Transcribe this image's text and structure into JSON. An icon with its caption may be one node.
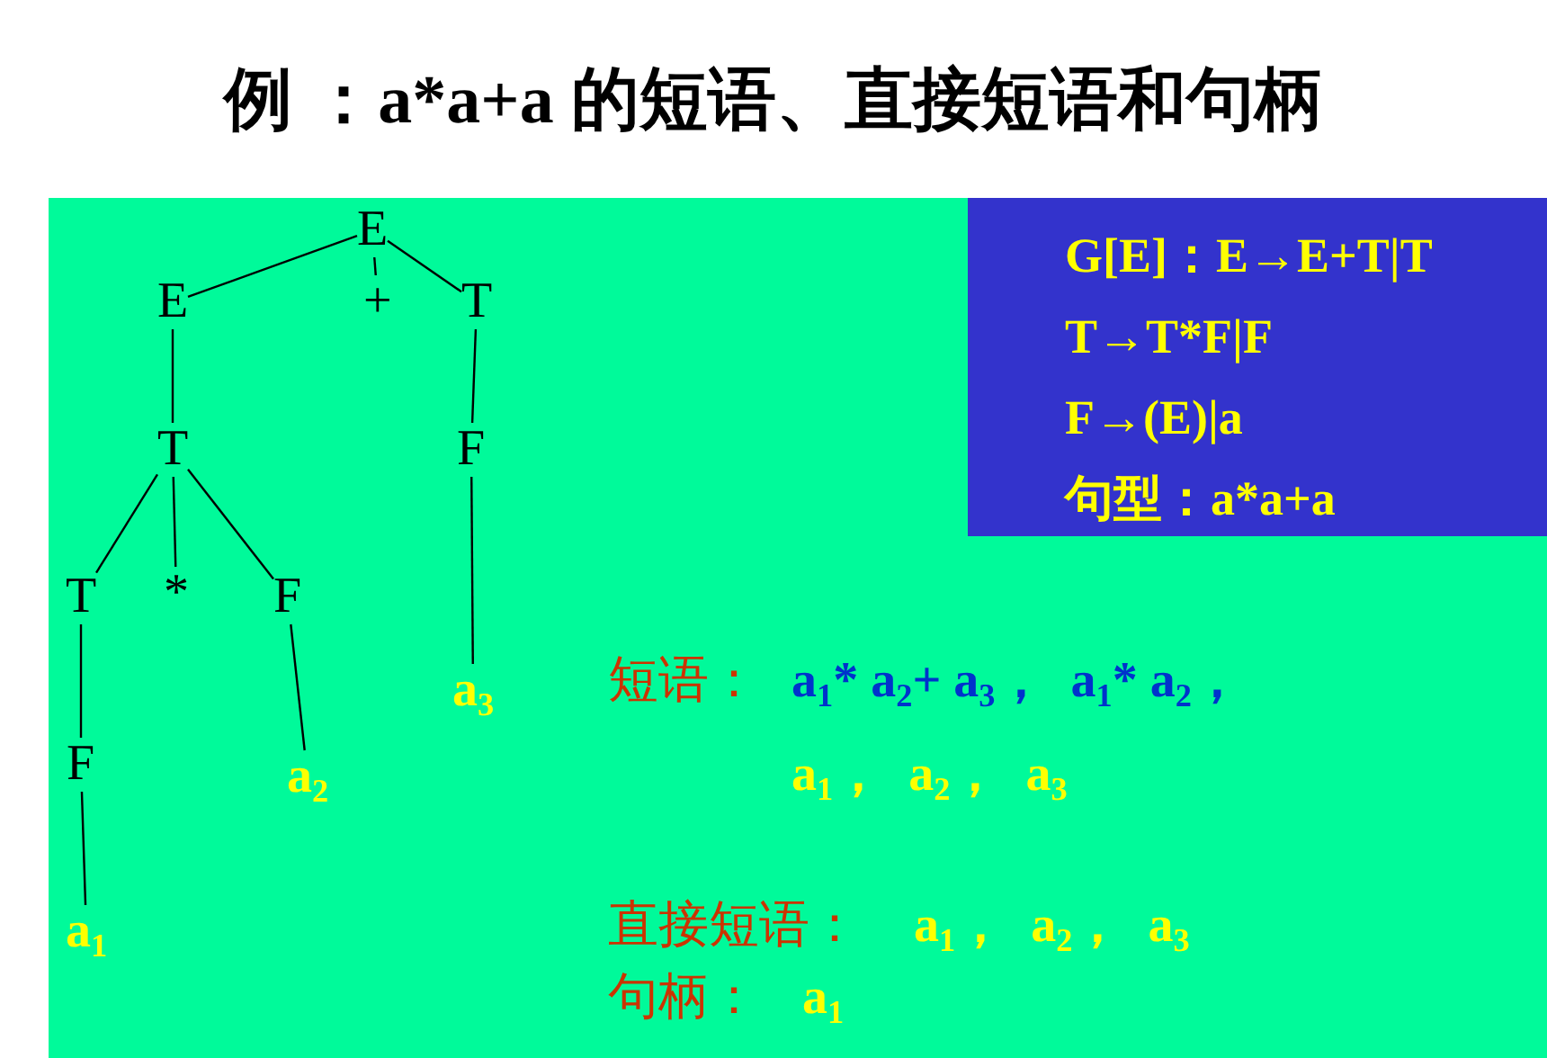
{
  "diagram": {
    "title": "例 ：a*a+a 的短语、直接短语和句柄",
    "nodes": [
      {
        "text": [
          "E"
        ]
      },
      {
        "text": [
          "E"
        ]
      },
      {
        "text": [
          "+"
        ]
      },
      {
        "text": [
          "T"
        ]
      },
      {
        "text": [
          "T"
        ]
      },
      {
        "text": [
          "F"
        ]
      },
      {
        "text": [
          "T"
        ]
      },
      {
        "text": [
          "*"
        ]
      },
      {
        "text": [
          "F"
        ]
      },
      {
        "text": [
          "a$_{3}$"
        ]
      },
      {
        "text": [
          "F"
        ]
      },
      {
        "text": [
          "a$_{2}$"
        ]
      },
      {
        "text": [
          "a$_{1}$"
        ]
      },
      {
        "text": [
          "G[E]：E→E+T|T",
          "T→T*F|F",
          "F→(E)|a",
          "句型：a*a+a"
        ]
      }
    ],
    "edges": [
      {
        "from": 0,
        "to": 1,
        "arrow": "none"
      },
      {
        "from": 0,
        "to": 2,
        "arrow": "none"
      },
      {
        "from": 0,
        "to": 3,
        "arrow": "none"
      },
      {
        "from": 1,
        "to": 4,
        "arrow": "none"
      },
      {
        "from": 3,
        "to": 5,
        "arrow": "none"
      },
      {
        "from": 4,
        "to": 6,
        "arrow": "none"
      },
      {
        "from": 4,
        "to": 7,
        "arrow": "none"
      },
      {
        "from": 4,
        "to": 8,
        "arrow": "none"
      },
      {
        "from": 5,
        "to": 9,
        "arrow": "none"
      },
      {
        "from": 6,
        "to": 10,
        "arrow": "none"
      },
      {
        "from": 8,
        "to": 11,
        "arrow": "none"
      },
      {
        "from": 10,
        "to": 12,
        "arrow": "none"
      }
    ],
    "labels": [
      "短语：",
      "a$_{1}$* a$_{2}$+ a$_{3}$，  a$_{1}$* a$_{2}$，",
      "a$_{1}$，  a$_{2}$，  a$_{3}$",
      "直接短语：",
      "a$_{1}$，  a$_{2}$，  a$_{3}$",
      "句柄：",
      "a$_{1}$"
    ]
  }
}
